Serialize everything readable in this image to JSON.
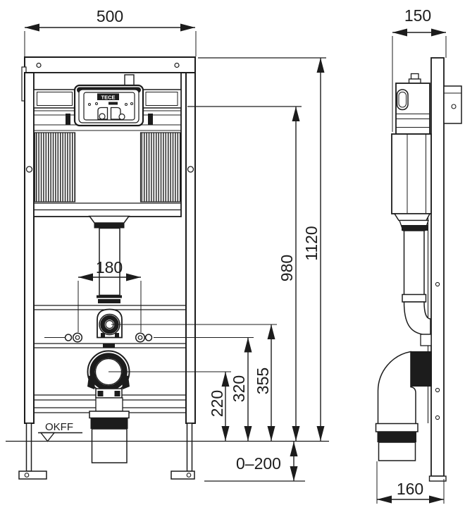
{
  "drawing": {
    "brand": "TECE",
    "floor_label": "OKFF",
    "dims": {
      "front_width": "500",
      "side_depth": "150",
      "total_height": "1120",
      "actuator_height": "980",
      "bolt_spacing": "180",
      "waste_height": "220",
      "bolt_height": "320",
      "bend_height": "355",
      "leg_adjust": "0–200",
      "outlet_depth": "160"
    },
    "colors": {
      "line": "#1c1c1c",
      "bg": "#ffffff"
    }
  }
}
